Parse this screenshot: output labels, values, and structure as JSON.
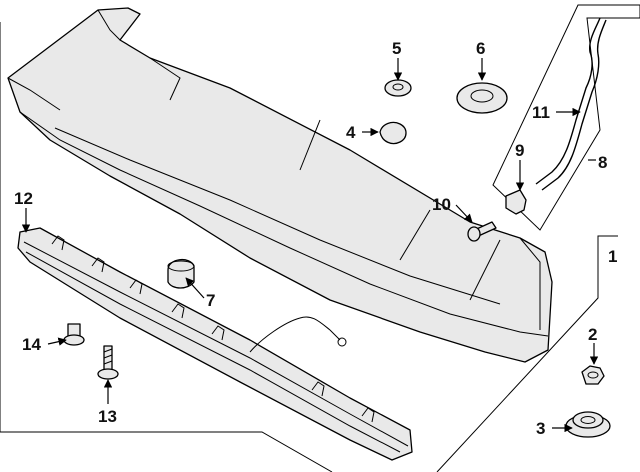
{
  "callouts": {
    "c1": "1",
    "c2": "2",
    "c3": "3",
    "c4": "4",
    "c5": "5",
    "c6": "6",
    "c7": "7",
    "c8": "8",
    "c9": "9",
    "c10": "10",
    "c11": "11",
    "c12": "12",
    "c13": "13",
    "c14": "14"
  },
  "colors": {
    "line": "#000000",
    "part_fill": "#e9e9e9",
    "background": "#ffffff"
  }
}
